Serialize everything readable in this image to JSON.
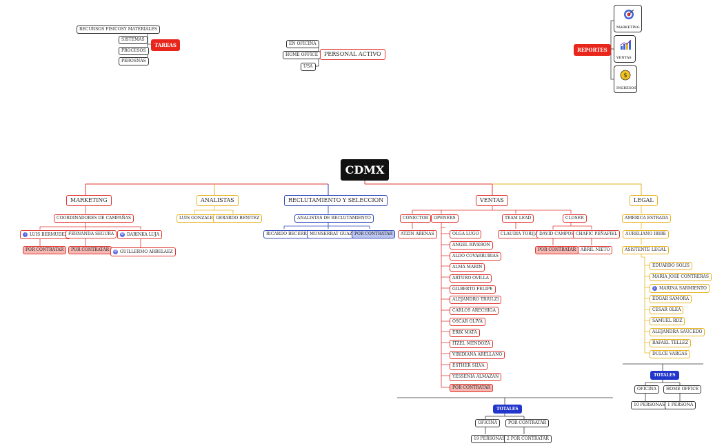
{
  "root": "CDMX",
  "tareas": {
    "tag": "TAREAS",
    "items": [
      "RECURSOS FISICOSY MATERIALES",
      "SISTEMAS",
      "PROCESOS",
      "PEROSNAS"
    ]
  },
  "personal": {
    "tag": "PERSONAL ACTIVO",
    "items": [
      "EN OFICINA",
      "HOME OFFICE",
      "USA"
    ]
  },
  "reportes": {
    "tag": "REPORTES",
    "items": [
      "MARKETING",
      "VENTAS",
      "INGRESOS"
    ],
    "icons": [
      "target-icon",
      "bar-chart-icon",
      "coin-icon"
    ]
  },
  "marketing": {
    "title": "MARKETING",
    "sub": "COORDINADORES DE CAMPAÑAS",
    "p1": "LUIS BERMUDEZ",
    "p2": "FERNANDA SEGURA",
    "p3": "DARINKA LUJA",
    "p4": "GUILLERMO ARBELAEZ",
    "pc": "POR CONTRATAR"
  },
  "analistas": {
    "title": "ANALISTAS",
    "p1": "LUIS GONZALEZ",
    "p2": "GERARDO BENITEZ"
  },
  "recl": {
    "title": "RECLUTAMIENTO Y SELECCION",
    "sub": "ANALISTAS DE RECLUTAMIENTO",
    "p1": "RICARDO BECERRA",
    "p2": "MONSERRAT GUAZO",
    "p3": "POR CONTRATAR"
  },
  "ventas": {
    "title": "VENTAS",
    "conector": "CONECTOR",
    "conector_p": "ATZIN ARENAS",
    "openers": "OPENERS",
    "opener_list": [
      "OLGA LUGO",
      "ANGEL RIVERON",
      "ALDO COVARRUBIAS",
      "ALMA MARIN",
      "ARTURO OVILLA",
      "GILBERTO FELIPE",
      "ALEJANDRO TRIULZI",
      "CARLOS ARECHIGA",
      "OSCAR OLIVA",
      "ERIK MATA",
      "ITZEL MENDOZA",
      "VIRIDIANA ARELLANO",
      "ESTHER SILVA",
      "YESSENIA ALMAZAN"
    ],
    "pc": "POR CONTRATAR",
    "teamlead": "TEAM LEAD",
    "teamlead_p": "CLAUDIA TORIJA",
    "closer": "CLOSER",
    "closer1": "DAVID CAMPOS",
    "closer2": "CHAFIC PEÑAFIEL",
    "closer2_p": "ABRIL NIETO",
    "closer1_p": "POR CONTRATAR"
  },
  "legal": {
    "title": "LEGAL",
    "p1": "AMERICA ESTRADA",
    "p2": "AURELIANO IBIBE",
    "sub": "ASISTENTE LEGAL",
    "list": [
      "EDUARDO SOLIS",
      "MARIA JOSE CONTRERAS",
      "MARINA SARMIENTO",
      "EDGAR SAMORA",
      "CESAR OLEA",
      "SAMUEL RDZ",
      "ALEJANDRA SAUCEDO",
      "RAFAEL TELLEZ",
      "DULCE VARGAS"
    ]
  },
  "tot_ventas": {
    "tag": "TOTALES",
    "a": "OFICINA",
    "b": "POR CONTRATAR",
    "a_v": "19 PERSONAS",
    "b_v": "2 POR CONTRATAR"
  },
  "tot_legal": {
    "tag": "TOTALES",
    "a": "OFICINA",
    "b": "HOME OFFICE",
    "a_v": "10 PERSONAS",
    "b_v": "1 PERSONA"
  }
}
